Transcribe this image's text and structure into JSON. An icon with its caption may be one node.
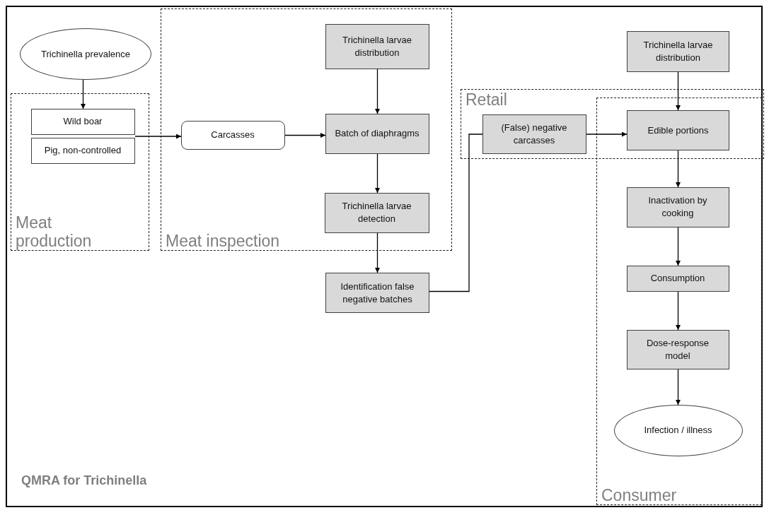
{
  "diagram": {
    "nodes": [
      {
        "text": [
          "Trichinella prevalence"
        ]
      },
      {
        "text": [
          "Meat production"
        ]
      },
      {
        "text": [
          "Wild boar"
        ],
        "in": 1
      },
      {
        "text": [
          "Pig, non-controlled"
        ],
        "in": 1
      },
      {
        "text": [
          "Meat inspection"
        ]
      },
      {
        "text": [
          "Carcasses"
        ],
        "in": 4
      },
      {
        "text": [
          "Trichinella larvae distribution"
        ],
        "in": 4
      },
      {
        "text": [
          "Batch of diaphragms"
        ],
        "in": 4
      },
      {
        "text": [
          "Trichinella  larvae detection"
        ],
        "in": 4
      },
      {
        "text": [
          "Identification false negative batches"
        ]
      },
      {
        "text": [
          "Retail"
        ]
      },
      {
        "text": [
          "(False) negative carcasses"
        ],
        "in": 10
      },
      {
        "text": [
          "Consumer"
        ]
      },
      {
        "text": [
          "Trichinella larvae distribution"
        ]
      },
      {
        "text": [
          "Edible portions"
        ]
      },
      {
        "text": [
          "Inactivation by cooking"
        ],
        "in": 12
      },
      {
        "text": [
          "Consumption"
        ],
        "in": 12
      },
      {
        "text": [
          "Dose-response model"
        ],
        "in": 12
      },
      {
        "text": [
          "Infection / illness"
        ],
        "in": 12
      }
    ],
    "edges": [
      {
        "from": 0,
        "to": 2,
        "arrow": "to"
      },
      {
        "from": 2,
        "to": 5,
        "arrow": "to"
      },
      {
        "from": 3,
        "to": 5,
        "arrow": "to"
      },
      {
        "from": 5,
        "to": 7,
        "arrow": "to"
      },
      {
        "from": 6,
        "to": 7,
        "arrow": "to"
      },
      {
        "from": 7,
        "to": 8,
        "arrow": "to"
      },
      {
        "from": 8,
        "to": 9,
        "arrow": "to"
      },
      {
        "from": 9,
        "to": 11,
        "arrow": "none"
      },
      {
        "from": 11,
        "to": 14,
        "arrow": "to"
      },
      {
        "from": 13,
        "to": 14,
        "arrow": "to"
      },
      {
        "from": 14,
        "to": 15,
        "arrow": "to"
      },
      {
        "from": 15,
        "to": 16,
        "arrow": "to"
      },
      {
        "from": 16,
        "to": 17,
        "arrow": "to"
      },
      {
        "from": 17,
        "to": 18,
        "arrow": "to"
      }
    ],
    "title": "QMRA for Trichinella"
  }
}
